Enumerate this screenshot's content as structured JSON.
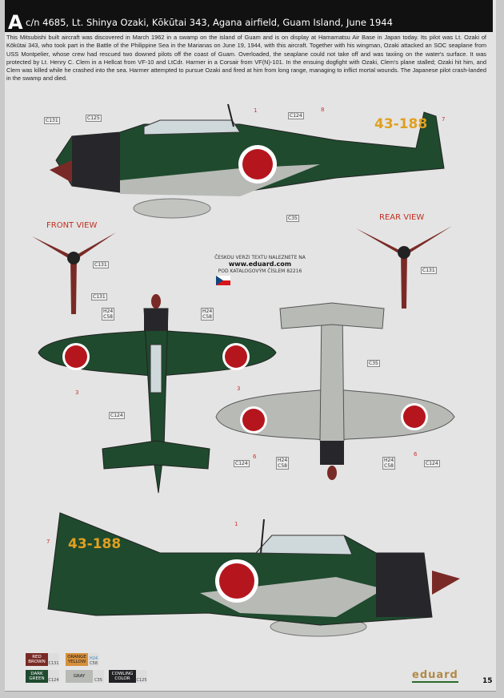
{
  "header": {
    "letter": "A",
    "title": "c/n 4685, Lt. Shinya Ozaki, Kōkūtai 343, Agana airfield, Guam Island, June 1944"
  },
  "description": "This Mitsubishi built aircraft was discovered in March 1962 in a swamp on the island of Guam and is on display at Hamamatsu Air Base in Japan today. Its pilot was Lt. Ozaki of Kōkūtai 343, who took part in the Battle of the Philippine Sea in the Marianas on June 19, 1944, with this aircraft. Together with his wingman, Ozaki attacked an SOC seaplane from USS Montpelier, whose crew had rescued two downed pilots off the coast of Guam. Overloaded, the seaplane could not take off and was taxiing on the water's surface. It was protected by Lt. Henry C. Clem in a Hellcat from VF-10 and LtCdr. Harmer in a Corsair from VF(N)-101. In the ensuing dogfight with Ozaki, Clem's plane stalled; Ozaki hit him, and Clem was killed while he crashed into the sea. Harmer attempted to pursue Ozaki and fired at him from long range, managing to inflict mortal wounds. The Japanese pilot crash-landed in the swamp and died.",
  "tail_code": "43-188",
  "views": {
    "front": "FRONT VIEW",
    "rear": "REAR VIEW"
  },
  "callouts": {
    "c131": "C131",
    "c125": "C125",
    "c124": "C124",
    "c35": "C35",
    "h24": "H24",
    "c58": "C58",
    "n1": "1",
    "n3": "3",
    "n6": "6",
    "n7": "7",
    "n8": "8"
  },
  "czech_note": {
    "line1": "ČESKOU VERZI TEXTU NALEZNETE NA",
    "url": "www.eduard.com",
    "line2": "POD KATALOGOVÝM ČÍSLEM 82216"
  },
  "legend": [
    {
      "name": "RED BROWN",
      "codes": [
        "C131"
      ],
      "color": "#7a2a26"
    },
    {
      "name": "ORANGE YELLOW",
      "codes": [
        "H24",
        "C58"
      ],
      "color": "#d8903a"
    },
    {
      "name": "DARK GREEN",
      "codes": [
        "C124"
      ],
      "color": "#1f4a2e"
    },
    {
      "name": "GRAY",
      "codes": [
        "C35"
      ],
      "color": "#b8bab6"
    },
    {
      "name": "COWLING COLOR",
      "codes": [
        "C125"
      ],
      "color": "#222226"
    }
  ],
  "brand": "eduard",
  "page_number": "15"
}
